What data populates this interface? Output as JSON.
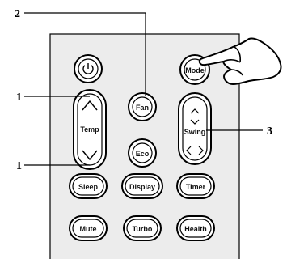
{
  "remote": {
    "buttons": {
      "power": {
        "icon": "power-icon"
      },
      "mode": {
        "label": "Mode"
      },
      "fan": {
        "label": "Fan"
      },
      "temp": {
        "label": "Temp",
        "up_icon": "chevron-up-icon",
        "down_icon": "chevron-down-icon"
      },
      "swing": {
        "label": "Swing",
        "up_icon": "chevron-up-icon",
        "down_icon": "chevron-down-icon",
        "left_icon": "chevron-left-icon",
        "right_icon": "chevron-right-icon"
      },
      "eco": {
        "label": "Eco"
      },
      "sleep": {
        "label": "Sleep"
      },
      "display": {
        "label": "Display"
      },
      "timer": {
        "label": "Timer"
      },
      "mute": {
        "label": "Mute"
      },
      "turbo": {
        "label": "Turbo"
      },
      "health": {
        "label": "Health"
      }
    },
    "pointing_hand": {
      "icon": "pointing-hand-icon"
    }
  },
  "callouts": [
    {
      "number": "2",
      "target": "fan"
    },
    {
      "number": "1",
      "target": "temp-up"
    },
    {
      "number": "1",
      "target": "temp-down"
    },
    {
      "number": "3",
      "target": "swing"
    }
  ]
}
